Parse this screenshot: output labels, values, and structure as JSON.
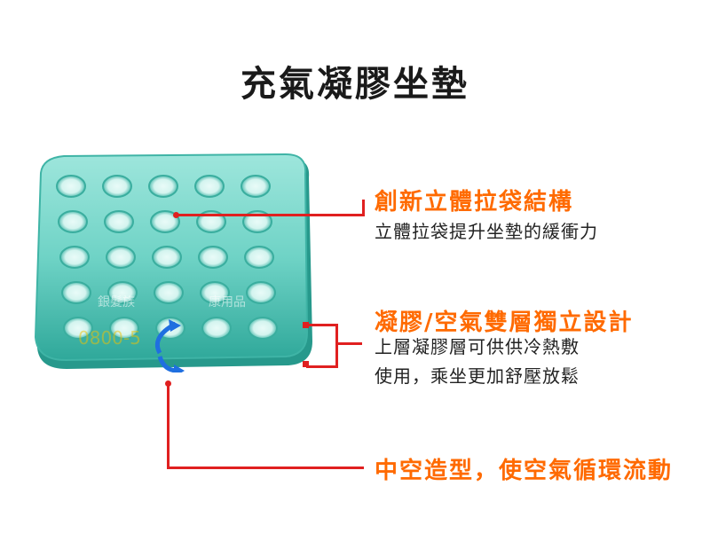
{
  "title": "充氣凝膠坐墊",
  "features": [
    {
      "title": "創新立體拉袋結構",
      "desc": [
        "立體拉袋提升坐墊的緩衝力"
      ]
    },
    {
      "title": "凝膠/空氣雙層獨立設計",
      "desc": [
        "上層凝膠層可供供冷熱敷",
        "使用，乘坐更加舒壓放鬆"
      ]
    },
    {
      "title": "中空造型，使空氣循環流動",
      "desc": []
    }
  ],
  "watermark": {
    "name": "銀髮族",
    "extra": "康用品",
    "phone": "0800-5"
  },
  "colors": {
    "accent": "#ff6a00",
    "leader": "#e02020",
    "cushion": "#5fc9bd"
  }
}
